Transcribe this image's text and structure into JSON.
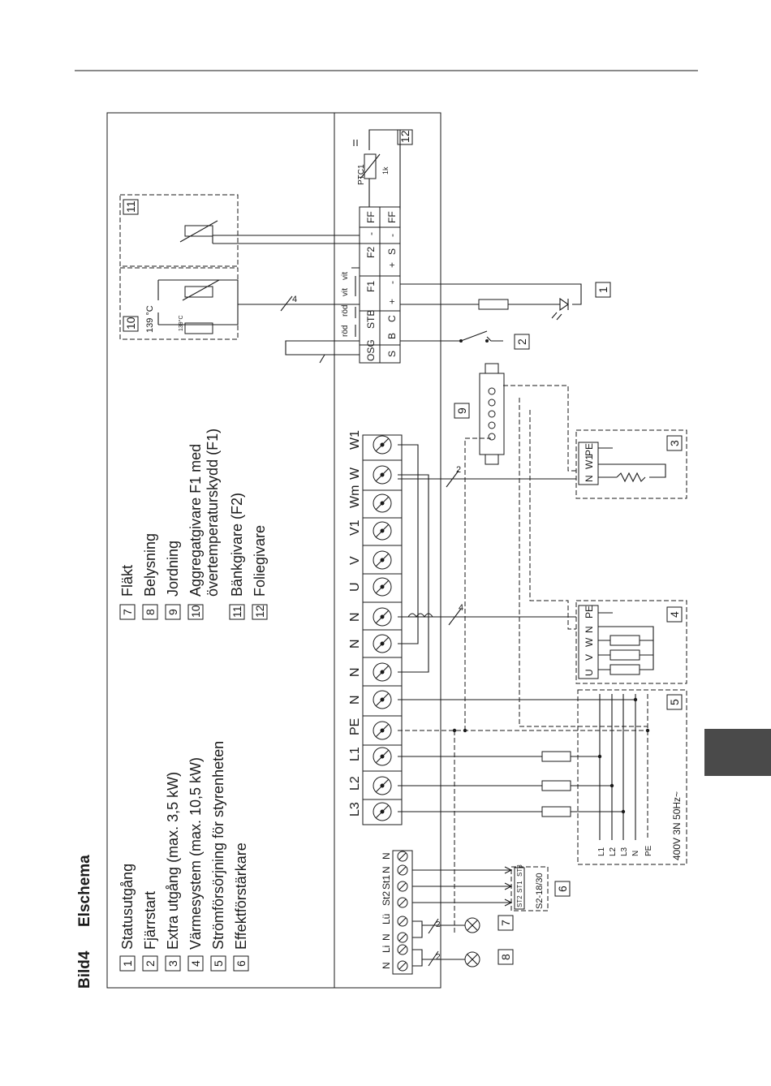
{
  "header": {
    "bild": "Bild4",
    "title": "Elschema"
  },
  "legend_left": [
    {
      "num": "1",
      "label": "Statusutgång"
    },
    {
      "num": "2",
      "label": "Fjärrstart"
    },
    {
      "num": "3",
      "label": "Extra utgång (max. 3,5 kW)"
    },
    {
      "num": "4",
      "label": "Värmesystem (max. 10,5 kW)"
    },
    {
      "num": "5",
      "label": "Strömförsörjning för styrenheten"
    },
    {
      "num": "6",
      "label": "Effektförstärkare"
    }
  ],
  "legend_right": [
    {
      "num": "7",
      "label": "Fläkt"
    },
    {
      "num": "8",
      "label": "Belysning"
    },
    {
      "num": "9",
      "label": "Jordning"
    },
    {
      "num": "10",
      "label": "Aggregatgivare F1 med"
    },
    {
      "num": "",
      "label": "övertemperaturskydd (F1)"
    },
    {
      "num": "11",
      "label": "Bänkgivare (F2)"
    },
    {
      "num": "12",
      "label": "Foliegivare"
    }
  ],
  "main_terminals": [
    "L3",
    "L2",
    "L1",
    "PE",
    "N",
    "N",
    "N",
    "N",
    "U",
    "V",
    "V1",
    "Wm",
    "W",
    "W1"
  ],
  "small_terminals": [
    "N",
    "Li",
    "N",
    "Lü",
    "St2",
    "St1",
    "N",
    "N"
  ],
  "sensor_terminals_top": [
    "OSG",
    "STB",
    "F1",
    "F2",
    "-",
    "FF"
  ],
  "sensor_terminals_bottom": [
    "S",
    "B",
    "C",
    "+",
    "-",
    "+",
    "S",
    "-",
    "FF"
  ],
  "wire_colors": [
    "röd",
    "röd",
    "vit",
    "vit"
  ],
  "supply": {
    "lines": [
      "L1",
      "L2",
      "L3",
      "N",
      "PE"
    ],
    "rating": "400V 3N 50Hz~"
  },
  "heater_terms": [
    "U",
    "V",
    "W",
    "N",
    "PE"
  ],
  "extra_terms": [
    "N",
    "W1",
    "PE"
  ],
  "amp_terms": [
    "ST2",
    "ST1",
    "ST3"
  ],
  "amp_model": "S2-18/30",
  "ptc": {
    "name": "PTC1",
    "value": "1k"
  },
  "temps": {
    "t1": "139 °C",
    "t2": "139°C"
  },
  "wire_counts": {
    "four": "4",
    "two": "2"
  },
  "labels": {
    "n1": "1",
    "n2": "2",
    "n3": "3",
    "n4": "4",
    "n5": "5",
    "n6": "6",
    "n7": "7",
    "n8": "8",
    "n9": "9",
    "n10": "10",
    "n11": "11",
    "n12": "12"
  }
}
